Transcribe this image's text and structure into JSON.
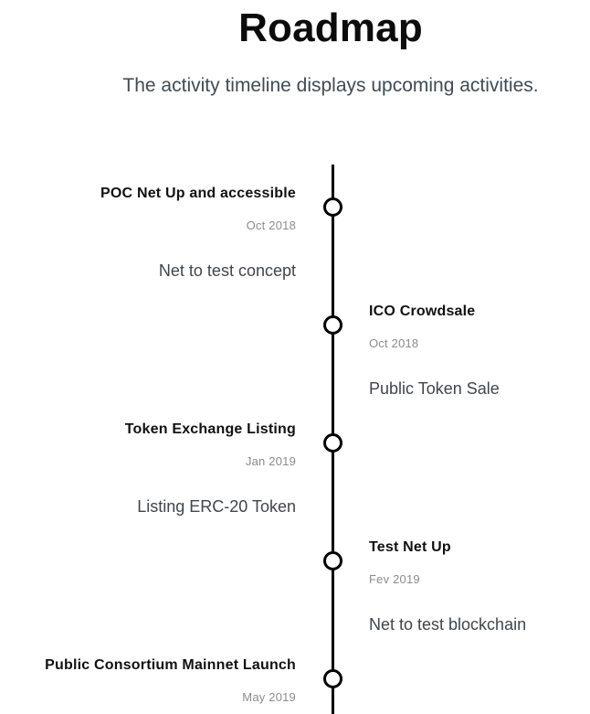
{
  "header": {
    "title": "Roadmap",
    "subtitle": "The activity timeline displays upcoming activities."
  },
  "timeline": {
    "colors": {
      "line": "#000000",
      "node_fill": "#ffffff",
      "node_border": "#000000",
      "title_text": "#111111",
      "date_text": "#8c8c8c",
      "description_text": "#3e464d"
    },
    "events": [
      {
        "side": "left",
        "title": "POC Net Up and accessible",
        "date": "Oct 2018",
        "description": "Net to test concept"
      },
      {
        "side": "right",
        "title": "ICO Crowdsale",
        "date": "Oct 2018",
        "description": "Public Token Sale"
      },
      {
        "side": "left",
        "title": "Token Exchange Listing",
        "date": "Jan 2019",
        "description": "Listing ERC-20 Token"
      },
      {
        "side": "right",
        "title": "Test Net Up",
        "date": "Fev 2019",
        "description": "Net to test blockchain"
      },
      {
        "side": "left",
        "title": "Public Consortium Mainnet Launch",
        "date": "May 2019"
      }
    ]
  }
}
